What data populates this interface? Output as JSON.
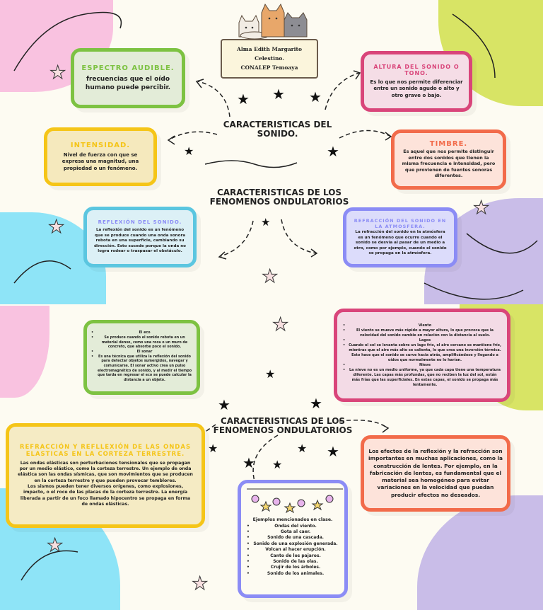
{
  "author": {
    "name": "Alma Edith Margarito",
    "name2": "Celestino.",
    "school": "CONALEP Temoaya"
  },
  "titles": {
    "sonido": "CARACTERISTICAS DEL SONIDO.",
    "ondulatorios": "CARACTERISTICAS DE LOS FENOMENOS ONDULATORIOS",
    "ondulatorios2": "CARACTERISTICAS DE LOS FENOMENOS ONDULATORIOS"
  },
  "boxes": {
    "espectro": {
      "title": "ESPECTRO AUDIBLE.",
      "text": "frecuencias que el oído humano puede percibir.",
      "color": "#7dc242"
    },
    "intensidad": {
      "title": "INTENSIDAD.",
      "text": "Nivel de fuerza con que se expresa una magnitud, una propiedad o un fenómeno.",
      "color": "#f5c518"
    },
    "reflexion": {
      "title": "REFLEXIÓN DEL SONIDO.",
      "text": "La reflexión del sonido es un fenómeno que se produce cuando una onda sonora rebota en una superficie, cambiando su dirección. Esto sucede porque la onda no logra rodear o traspasar el obstáculo.",
      "color": "#5bc6e0"
    },
    "altura": {
      "title": "ALTURA DEL SONIDO O TONO.",
      "text": "Es lo que nos permite diferenciar entre un sonido agudo o alto y otro grave o bajo.",
      "color": "#d9457a"
    },
    "timbre": {
      "title": "TIMBRE.",
      "text": "Es aquel que nos permite distinguir entre dos sonidos que tienen la misma frecuencia e intensidad, pero que provienen de fuentes sonoras diferentes.",
      "color": "#f26b4a"
    },
    "refraccion": {
      "title": "REFRACCIÓN DEL SONIDO EN LA ATMOSFERA.",
      "text": "La refracción del sonido en la atmósfera es un fenómeno que ocurre cuando el sonido se desvía al pasar de un medio a otro, como por ejemplo, cuando el sonido se propaga en la atmósfera.",
      "color": "#8b8cf5"
    },
    "eco": {
      "items": [
        "El eco",
        "Se produce cuando el sonido rebota en un material denso, como una roca o un muro de concreto, que absorbe poco el sonido.",
        "El sonar",
        "Es una técnica que utiliza la reflexión del sonido para detectar objetos sumergidos, navegar y comunicarse. El sonar activo crea un pulso electromagnético de sonido, y al medir el tiempo que tarda en regresar el eco se puede calcular la distancia a un objeto."
      ]
    },
    "viento": {
      "items": [
        "Viento",
        "El viento se mueve más rápido a mayor altura, lo que provoca que la velocidad del sonido cambie en relación con la distancia al suelo.",
        "Lagos",
        "Cuando el sol se levanta sobre un lago frío, el aire cercano se mantiene frío, mientras que el aire más alto se calienta, lo que crea una inversión térmica. Esto hace que el sonido se curve hacia atrás, amplificándose y llegando a oídos que normalmente no lo harían.",
        "Nieve",
        "La nieve no es un medio uniforme, ya que cada capa tiene una temperatura diferente. Las capas más profundas, que no reciben la luz del sol, están más frías que las superficiales. En estas capas, el sonido se propaga más lentamente."
      ]
    },
    "elasticas": {
      "title": "REFRACCIÓN Y REFLLEXIÓN DE LAS ONDAS ELASTICAS EN LA CORTEZA TERRESTRE.",
      "text1": "Las ondas elásticas son perturbaciones tensionales que se propagan por un medio elástico, como la corteza terrestre. Un ejemplo de onda elástica son las ondas sísmicas, que son movimientos que se producen en la corteza terrestre y que pueden provocar temblores.",
      "text2": "Los sismos pueden tener diversos orígenes, como explosiones, impacto, o el roce de las placas de la corteza terrestre. La energía liberada a partir de un foco llamado hipocentro se propaga en forma de ondas elásticas."
    },
    "efectos": {
      "text": "Los efectos de la reflexión y la refracción son importantes en muchas aplicaciones, como la construcción de lentes. Por ejemplo, en la fabricación de lentes, es fundamental que el material sea homogéneo para evitar variaciones en la velocidad que puedan producir efectos no deseados."
    },
    "ejemplos": {
      "heading": "Ejemplos mencionados en clase.",
      "items": [
        "Ondas del viento.",
        "Gota al caer.",
        "Sonido de una cascada.",
        "Sonido de una explosión generada.",
        "Volcan al hacer erupción.",
        "Canto de los pajaros.",
        "Sonido de las olas.",
        "Crujir de los árboles.",
        "Sonido de los animales."
      ]
    }
  }
}
